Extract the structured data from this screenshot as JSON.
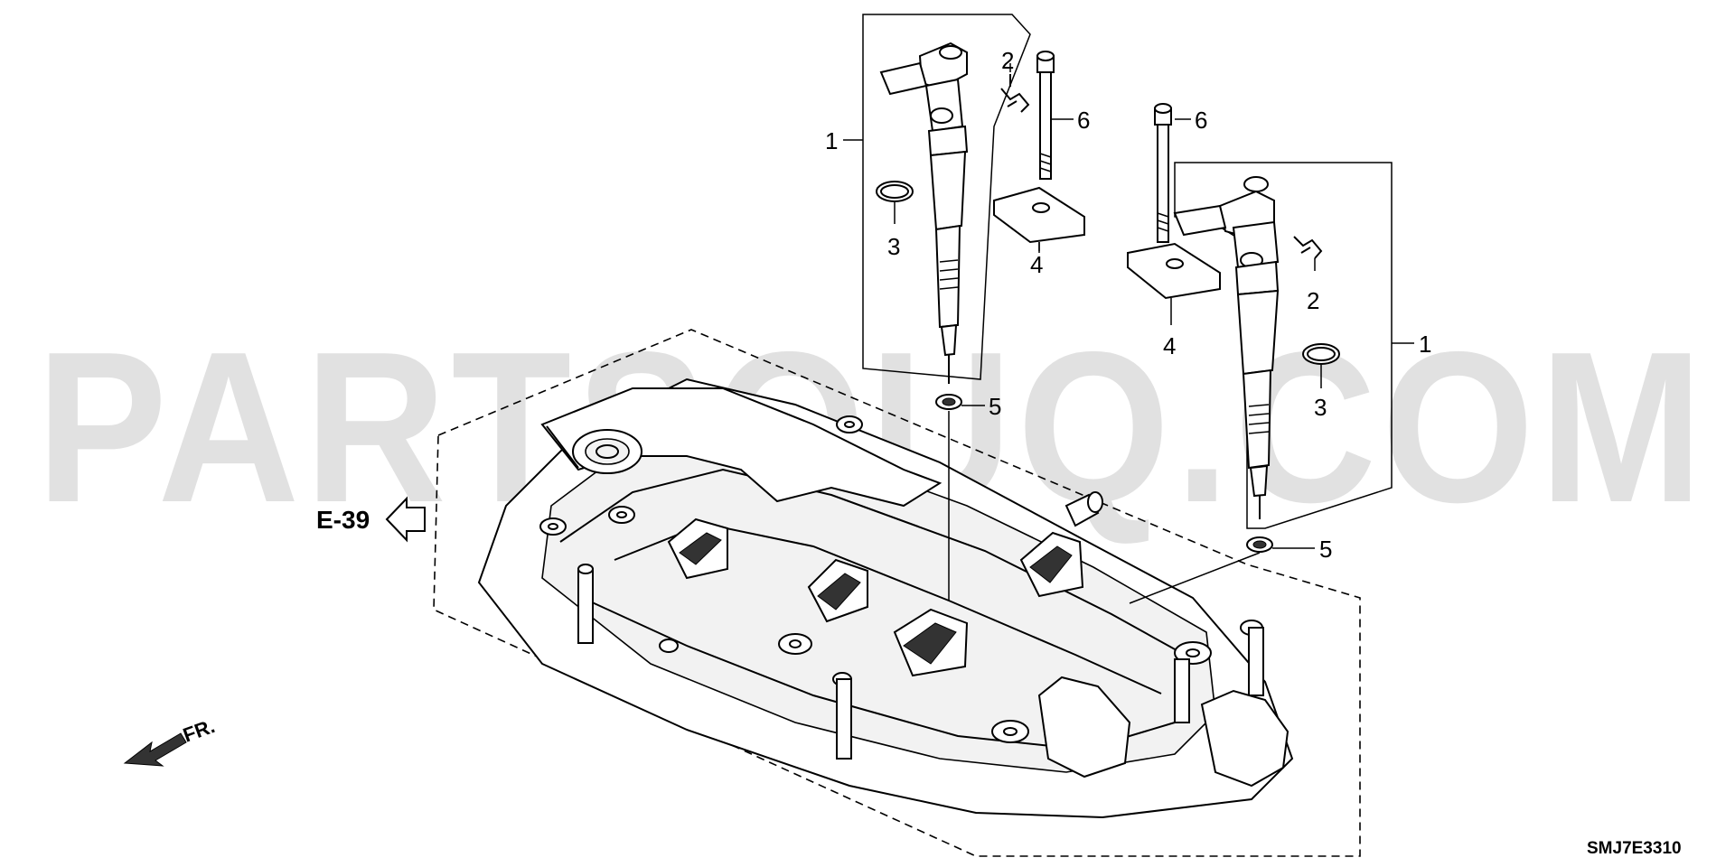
{
  "diagram": {
    "watermark": "PARTSOUQ.COM",
    "reference": {
      "label": "E-39"
    },
    "front_indicator": "FR.",
    "diagram_code": "SMJ7E3310",
    "callouts": {
      "left_injector": "1",
      "left_clip": "2",
      "left_oring": "3",
      "left_clamp": "4",
      "left_washer": "5",
      "left_bolt": "6",
      "right_injector": "1",
      "right_clip": "2",
      "right_oring": "3",
      "right_clamp": "4",
      "right_washer": "5",
      "right_bolt": "6"
    }
  }
}
